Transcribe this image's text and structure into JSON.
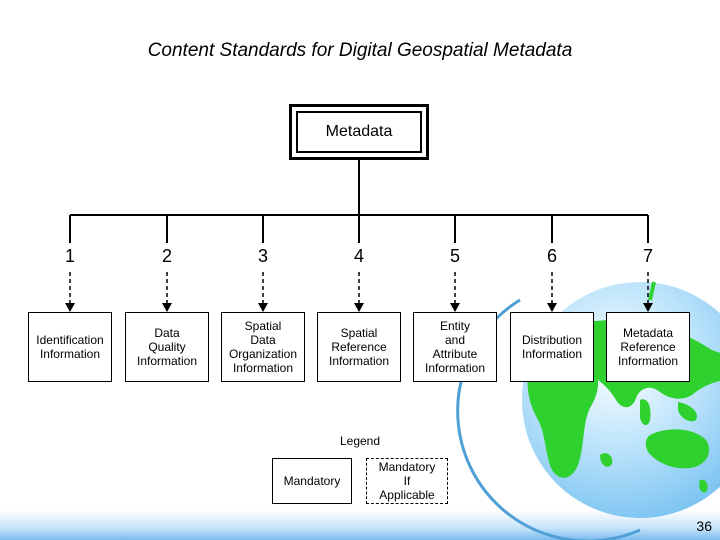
{
  "title": "Content Standards for Digital Geospatial Metadata",
  "root": {
    "label": "Metadata"
  },
  "sections": [
    {
      "number": "1",
      "label": "Identification\nInformation"
    },
    {
      "number": "2",
      "label": "Data\nQuality\nInformation"
    },
    {
      "number": "3",
      "label": "Spatial\nData\nOrganization\nInformation"
    },
    {
      "number": "4",
      "label": "Spatial\nReference\nInformation"
    },
    {
      "number": "5",
      "label": "Entity\nand\nAttribute\nInformation"
    },
    {
      "number": "6",
      "label": "Distribution\nInformation"
    },
    {
      "number": "7",
      "label": "Metadata\nReference\nInformation"
    }
  ],
  "legend": {
    "title": "Legend",
    "mandatory": "Mandatory",
    "mandatory_if_applicable": "Mandatory\nIf\nApplicable"
  },
  "page_number": "36",
  "colors": {
    "globe_ocean": "#9fd6f7",
    "globe_land": "#2fd12f",
    "band": "#5aaaeb"
  }
}
